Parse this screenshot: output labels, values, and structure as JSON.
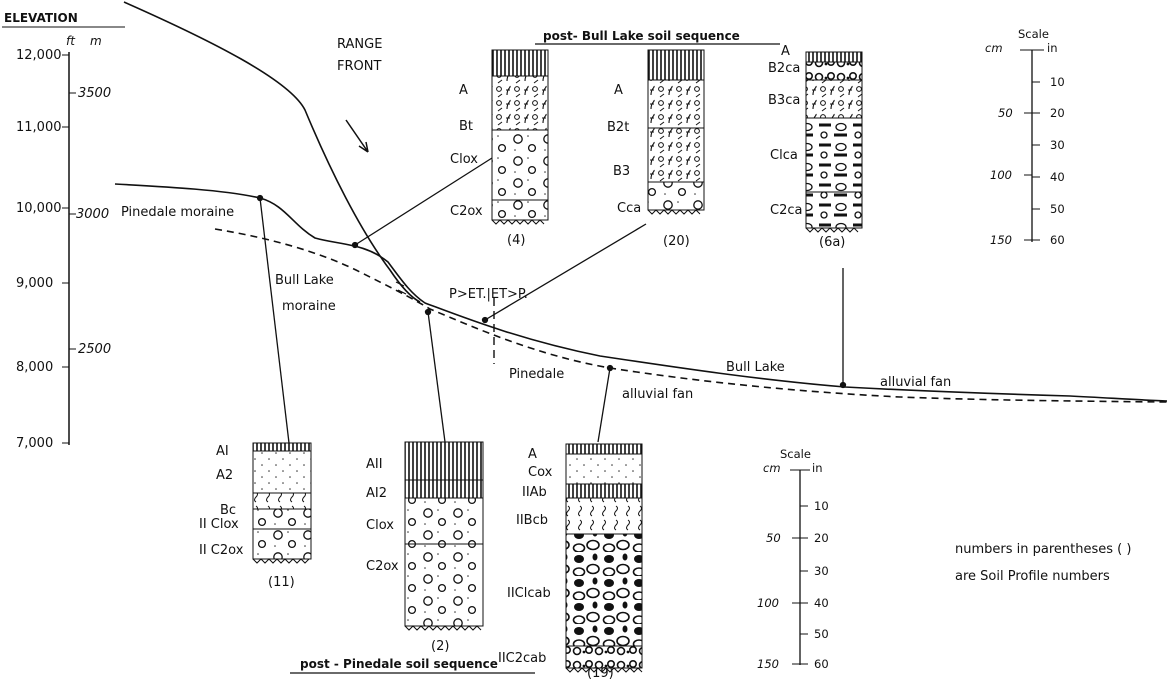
{
  "elevation_axis": {
    "title": "ELEVATION",
    "unit_ft": "ft",
    "unit_m": "m",
    "ft_ticks": [
      "12,000",
      "11,000",
      "10,000",
      "9,000",
      "8,000",
      "7,000"
    ],
    "m_ticks": [
      "3500",
      "3000",
      "2500"
    ]
  },
  "profile_labels": {
    "range_front_1": "RANGE",
    "range_front_2": "FRONT",
    "pinedale_moraine": "Pinedale moraine",
    "bull_lake_moraine_1": "Bull Lake",
    "bull_lake_moraine_2": "moraine",
    "boundary": "P>ET.|ET>P.",
    "bull_lake_fan": "Bull Lake",
    "bull_lake_fan_2": "alluvial fan",
    "pinedale_fan": "Pinedale",
    "pinedale_fan_2": "alluvial fan"
  },
  "headings": {
    "post_bull_lake": "post- Bull Lake soil sequence",
    "post_pinedale": "post - Pinedale soil sequence"
  },
  "note": {
    "line1": "numbers in parentheses ( )",
    "line2": "are Soil Profile numbers"
  },
  "scale_top": {
    "title": "Scale",
    "cm": "cm",
    "in": "in",
    "in_ticks": [
      "10",
      "20",
      "30",
      "40",
      "50",
      "60"
    ],
    "cm_ticks": [
      "50",
      "100",
      "150"
    ]
  },
  "scale_bottom": {
    "title": "Scale",
    "cm": "cm",
    "in": "in",
    "in_ticks": [
      "10",
      "20",
      "30",
      "40",
      "50",
      "60"
    ],
    "cm_ticks": [
      "50",
      "100",
      "150"
    ]
  },
  "profiles": {
    "p4": {
      "number": "(4)",
      "horizons": [
        "A",
        "Bt",
        "Clox",
        "C2ox"
      ]
    },
    "p20": {
      "number": "(20)",
      "horizons": [
        "A",
        "B2t",
        "B3",
        "Cca"
      ]
    },
    "p6a": {
      "number": "(6a)",
      "horizons": [
        "A",
        "B2ca",
        "B3ca",
        "Clca",
        "C2ca"
      ]
    },
    "p11": {
      "number": "(11)",
      "horizons": [
        "AI",
        "A2",
        "Bc",
        "II Clox",
        "II C2ox"
      ]
    },
    "p2": {
      "number": "(2)",
      "horizons": [
        "AII",
        "AI2",
        "Clox",
        "C2ox"
      ]
    },
    "p19": {
      "number": "(19)",
      "horizons": [
        "A",
        "Cox",
        "IIAb",
        "IIBcb",
        "IIClcab",
        "IIC2cab"
      ]
    }
  }
}
